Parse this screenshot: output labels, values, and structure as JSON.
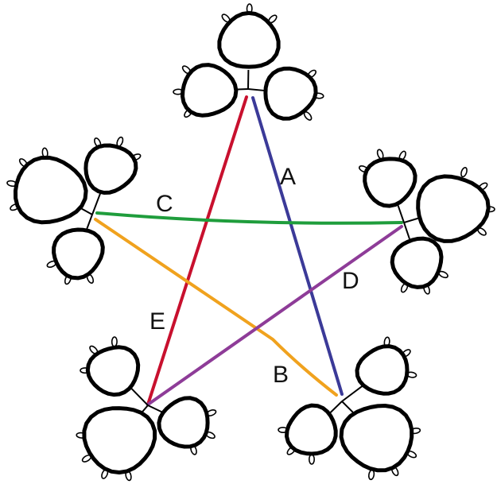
{
  "diagram": {
    "labels": {
      "A": "A",
      "B": "B",
      "C": "C",
      "D": "D",
      "E": "E"
    },
    "thread_colors": {
      "A": "#3b3a98",
      "B": "#f0a21e",
      "C": "#1f9d3c",
      "D": "#8e3c98",
      "E": "#c8102e"
    },
    "motif_count": 5,
    "rings_per_motif": 3
  }
}
